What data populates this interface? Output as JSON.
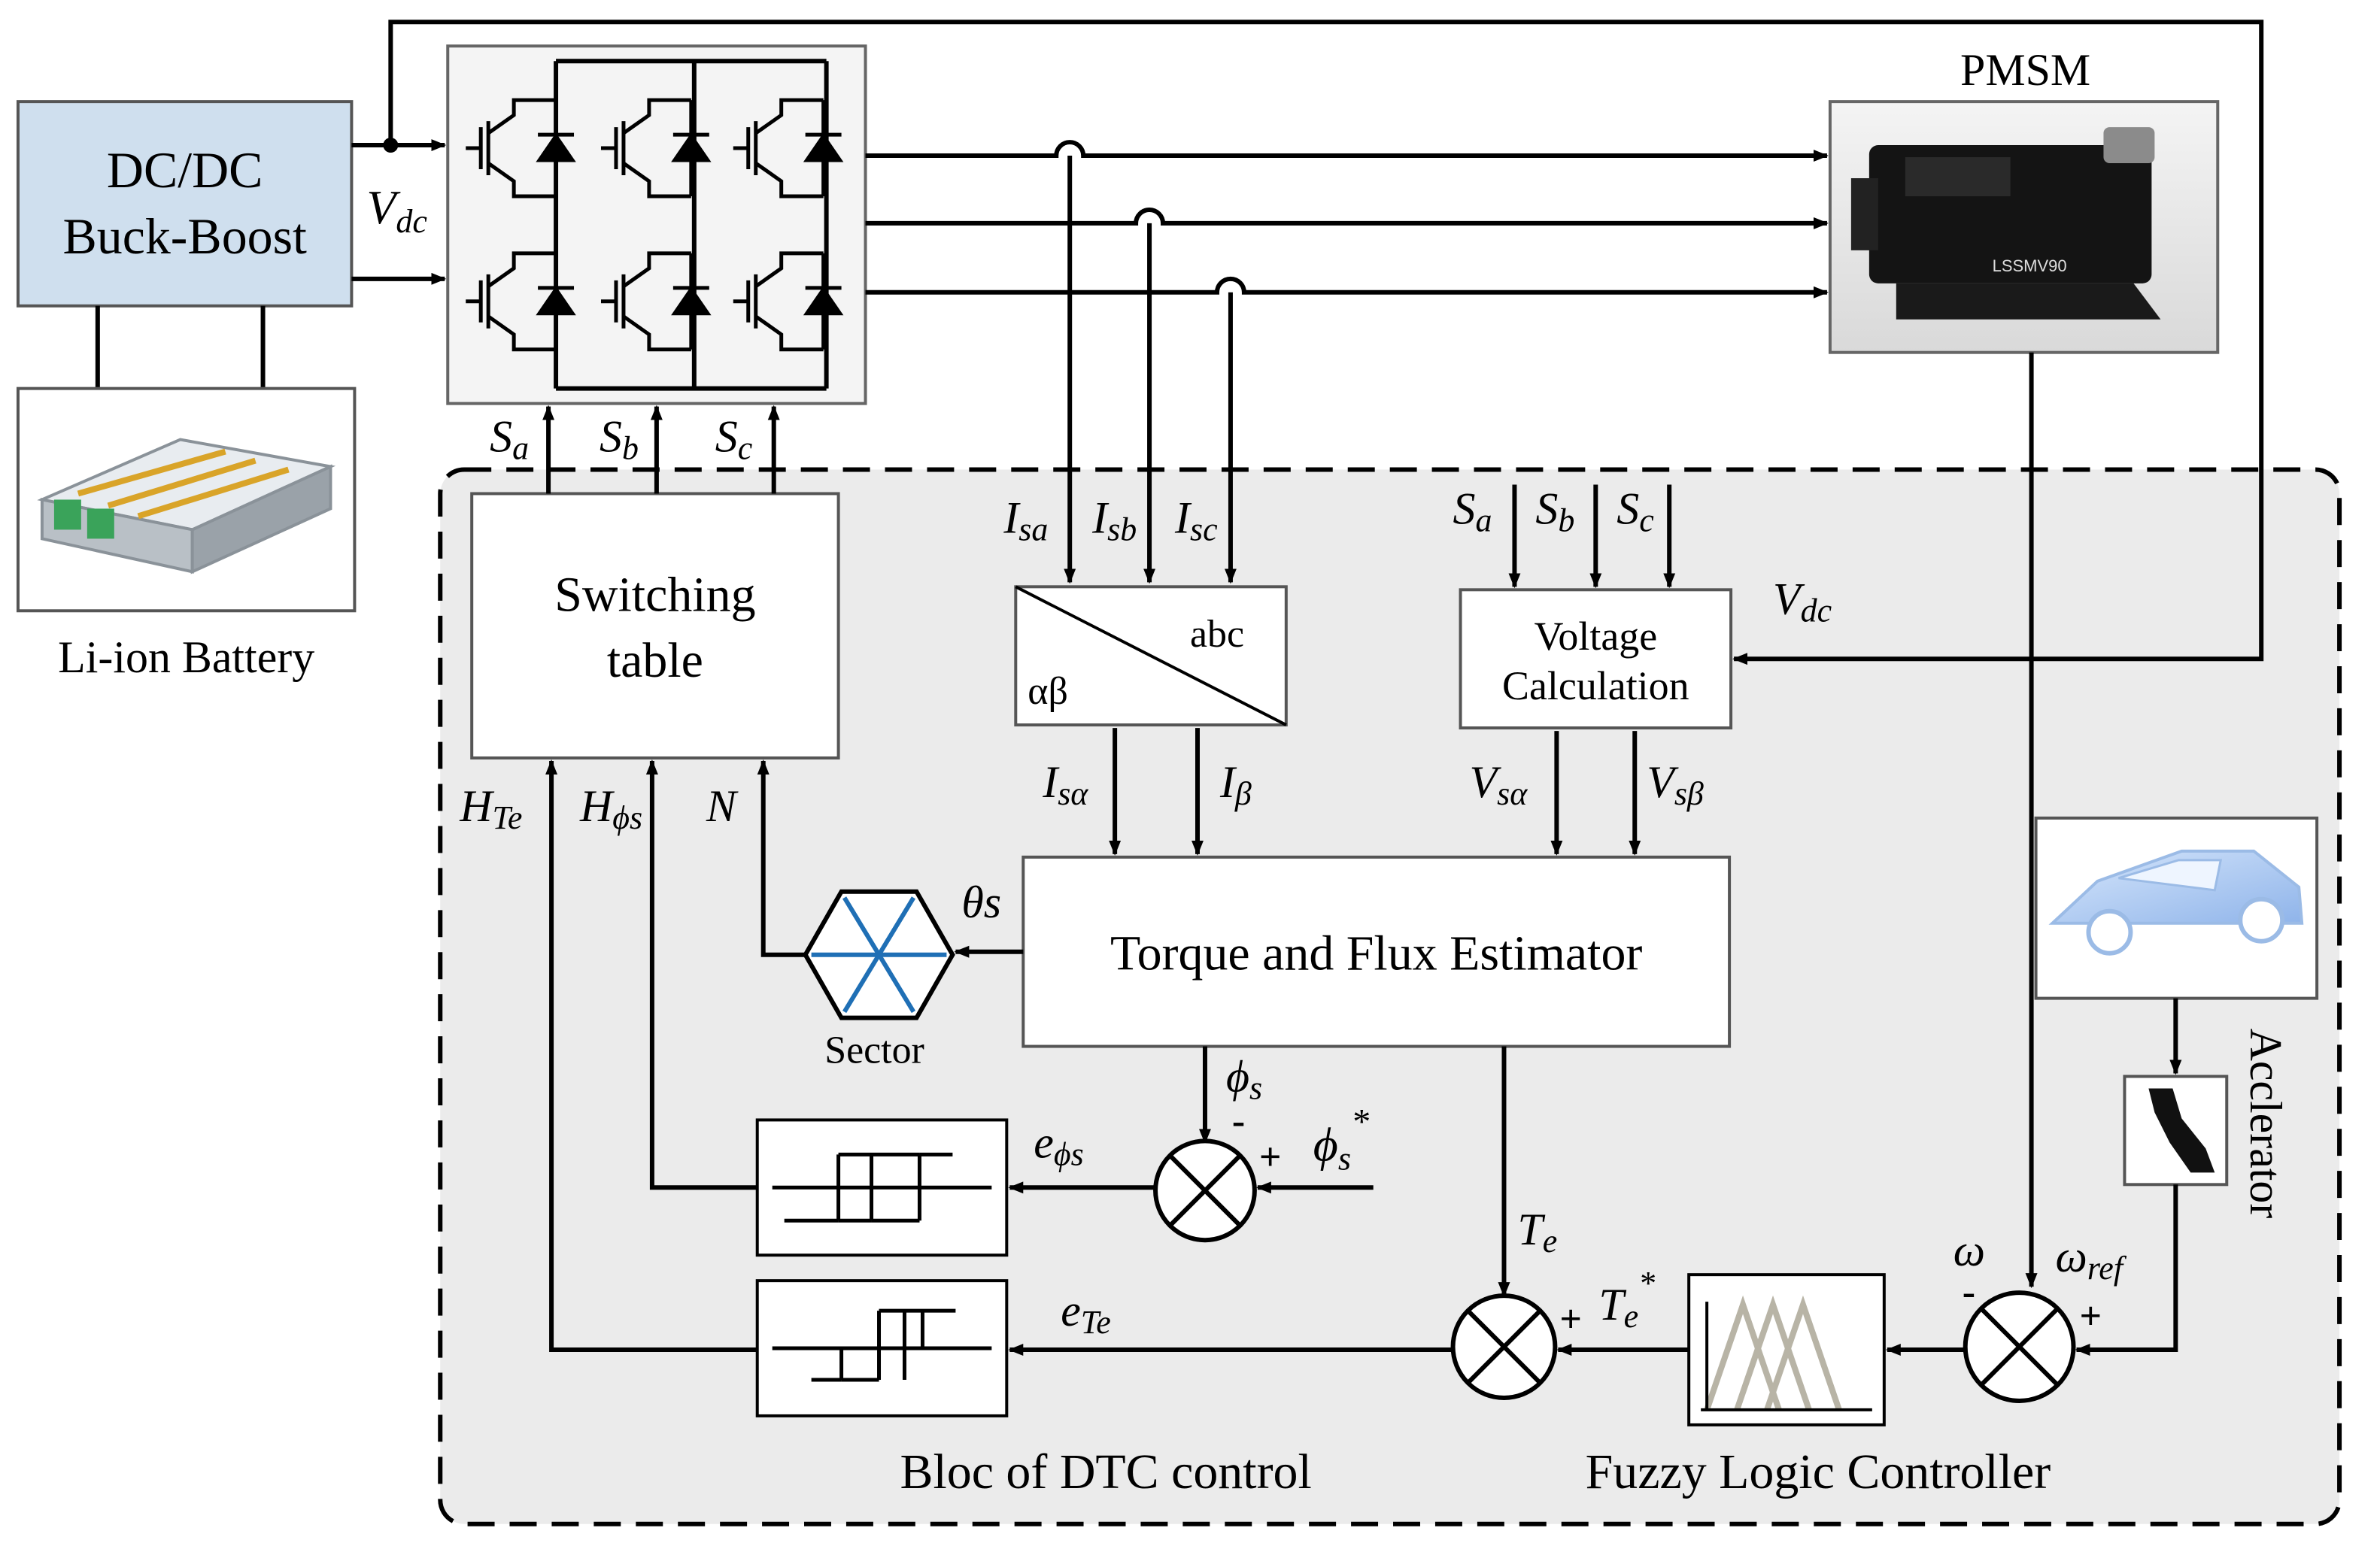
{
  "blocks": {
    "dcdc_line1": "DC/DC",
    "dcdc_line2": "Buck-Boost",
    "battery_label": "Li-ion Battery",
    "pmsm_label": "PMSM",
    "motor_plate": "LSSMV90",
    "switching_line1": "Switching",
    "switching_line2": "table",
    "abc": "abc",
    "alphabeta": "αβ",
    "voltage_line1": "Voltage",
    "voltage_line2": "Calculation",
    "estimator": "Torque and Flux Estimator",
    "sector": "Sector",
    "accelerator": "Acclerator",
    "dtc_label": "Bloc of DTC control",
    "flc_label": "Fuzzy Logic Controller"
  },
  "signals": {
    "vdc_main": {
      "base": "V",
      "sub": "dc"
    },
    "sa": {
      "base": "S",
      "sub": "a"
    },
    "sb": {
      "base": "S",
      "sub": "b"
    },
    "sc": {
      "base": "S",
      "sub": "c"
    },
    "isa": {
      "base": "I",
      "sub": "sa"
    },
    "isb": {
      "base": "I",
      "sub": "sb"
    },
    "isc": {
      "base": "I",
      "sub": "sc"
    },
    "vdc_in": {
      "base": "V",
      "sub": "dc"
    },
    "is_alpha": {
      "base": "I",
      "sub": "sα"
    },
    "i_beta": {
      "base": "I",
      "sub": "β"
    },
    "vs_alpha": {
      "base": "V",
      "sub": "sα"
    },
    "vs_beta": {
      "base": "V",
      "sub": "sβ"
    },
    "h_te": {
      "base": "H",
      "sub": "Te"
    },
    "h_phis": {
      "base": "H",
      "sub": "ϕs"
    },
    "n": "N",
    "theta_s": "θs",
    "phi_s": {
      "base": "ϕ",
      "sub": "s"
    },
    "phi_s_ref": {
      "base": "ϕ",
      "sub": "s",
      "sup": "*"
    },
    "e_phis": {
      "base": "e",
      "sub": "ϕs"
    },
    "te": {
      "base": "T",
      "sub": "e"
    },
    "te_ref": {
      "base": "T",
      "sub": "e",
      "sup": "*"
    },
    "e_te": {
      "base": "e",
      "sub": "Te"
    },
    "omega": "ω",
    "omega_ref": {
      "base": "ω",
      "sub": "ref"
    },
    "plus": "+",
    "minus": "-"
  }
}
